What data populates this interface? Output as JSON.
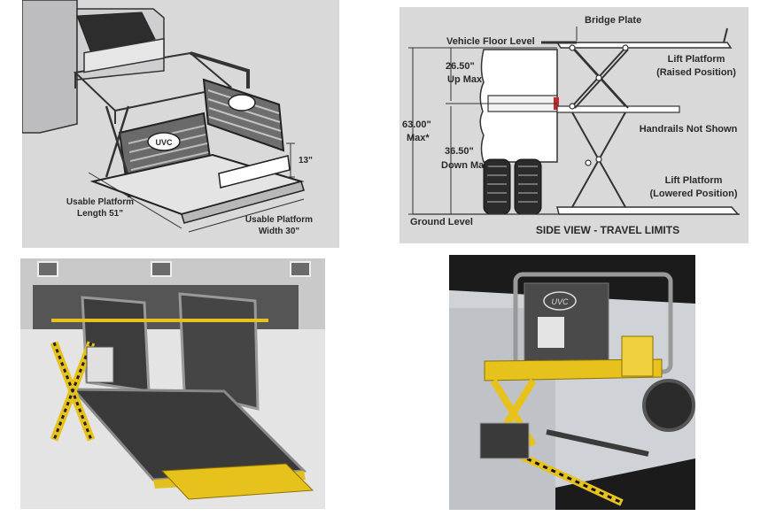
{
  "iso_diagram": {
    "dimension_13": "13\"",
    "usable_length_line1": "Usable Platform",
    "usable_length_line2": "Length 51\"",
    "usable_width_line1": "Usable Platform",
    "usable_width_line2": "Width 30\"",
    "brand_mark": "UVC"
  },
  "side_view": {
    "bridge_plate": "Bridge Plate",
    "vehicle_floor_level": "Vehicle Floor Level",
    "up_max_value": "26.50\"",
    "up_max_label": "Up Max",
    "total_value": "63.00\"",
    "total_label": "Max*",
    "down_max_value": "36.50\"",
    "down_max_label": "Down Max",
    "ground_level": "Ground Level",
    "raised_line1": "Lift Platform",
    "raised_line2": "(Raised Position)",
    "handrails": "Handrails Not Shown",
    "lowered_line1": "Lift Platform",
    "lowered_line2": "(Lowered Position)",
    "caption": "SIDE VIEW - TRAVEL LIMITS"
  },
  "photo_right": {
    "brand_mark": "UVC"
  },
  "colors": {
    "panel_gray": "#d9d9da",
    "lift_yellow": "#e8c21c",
    "line_dark": "#2a2a2a"
  }
}
